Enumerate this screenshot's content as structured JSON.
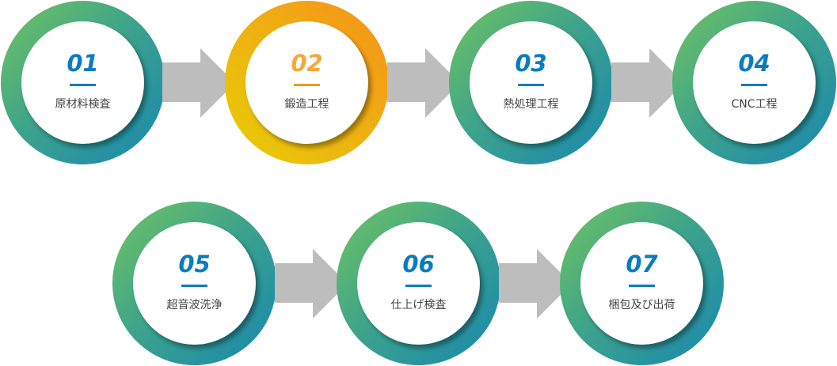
{
  "steps": [
    {
      "number": "01",
      "label": "原材料検査"
    },
    {
      "number": "02",
      "label": "鍛造工程"
    },
    {
      "number": "03",
      "label": "熱処理工程"
    },
    {
      "number": "04",
      "label": "CNC工程"
    },
    {
      "number": "05",
      "label": "超音波洗浄"
    },
    {
      "number": "06",
      "label": "仕上げ検査"
    },
    {
      "number": "07",
      "label": "梱包及び出荷"
    }
  ],
  "colors": {
    "number_blue": "#0a7bc0",
    "number_orange": "#f6a63a",
    "arrow_gray": "#bdbdbd"
  }
}
